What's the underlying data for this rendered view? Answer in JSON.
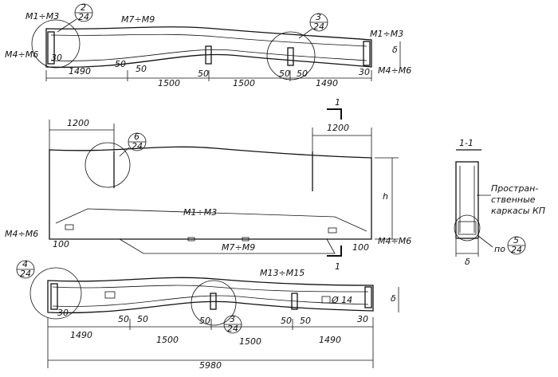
{
  "colors": {
    "ink": "#111111",
    "paper": "#ffffff"
  },
  "view_top": {
    "label_m1_m3_left": "М1÷М3",
    "label_m4_m6_left": "М4÷М6",
    "label_m7_m9": "М7÷М9",
    "label_m1_m3_right": "М1÷М3",
    "label_m4_m6_right": "М4÷М6",
    "callout_a": {
      "num": "2",
      "sheet": "24"
    },
    "callout_b": {
      "num": "3",
      "sheet": "24"
    },
    "dims": [
      "30",
      "1490",
      "50",
      "50",
      "1500",
      "50",
      "1500",
      "50",
      "50",
      "1490",
      "30"
    ],
    "height_mark": "δ"
  },
  "view_mid": {
    "dim_left": "1200",
    "dim_right": "1200",
    "section_num": "1",
    "section_num_bottom": "1",
    "callout_c": {
      "num": "6",
      "sheet": "24"
    },
    "label_m1_m3": "М1÷М3",
    "label_m7_m9": "М7÷М9",
    "label_m4_m6_left": "М4÷М6",
    "label_m4_m6_right": "М4÷М6",
    "dim_100_left": "100",
    "dim_100_right": "100",
    "height_mark": "h"
  },
  "view_bottom": {
    "label_m13_m15": "М13÷М15",
    "callout_d": {
      "num": "4",
      "sheet": "24"
    },
    "callout_e": {
      "num": "3",
      "sheet": "24"
    },
    "dims": [
      "30",
      "1490",
      "50",
      "50",
      "1500",
      "50",
      "1500",
      "50",
      "50",
      "1490",
      "30"
    ],
    "total": "5980",
    "small_note": "Ø 14",
    "height_mark": "δ"
  },
  "section": {
    "title": "1-1",
    "note_line1": "Простран-",
    "note_line2": "ственные",
    "note_line3": "каркасы КП",
    "width_mark": "δ",
    "ref_prefix": "по",
    "callout": {
      "num": "5",
      "sheet": "24"
    }
  }
}
